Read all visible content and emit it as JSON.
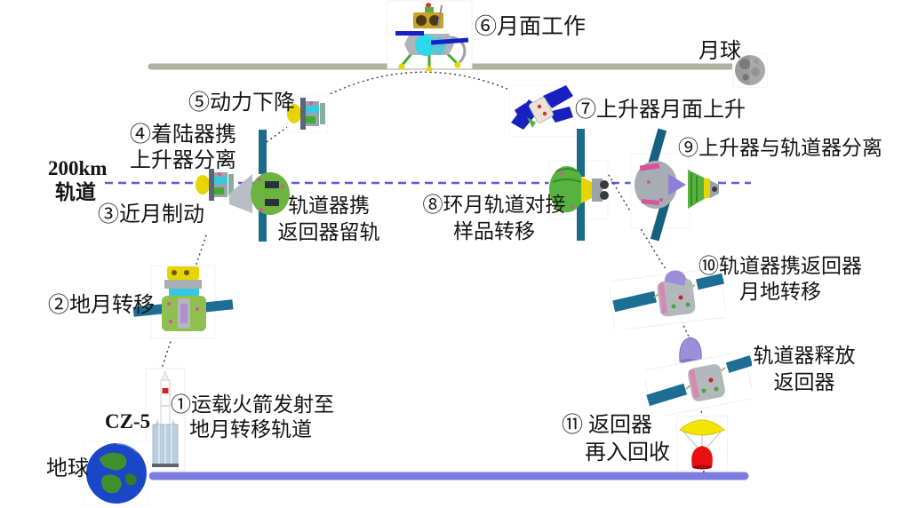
{
  "scene": {
    "moon_label": "月球",
    "earth_label": "地球",
    "orbit_label_line1": "200km",
    "orbit_label_line2": "轨道",
    "rocket_label": "CZ-5"
  },
  "steps": {
    "s1_line1": "①运载火箭发射至",
    "s1_line2": "地月转移轨道",
    "s2": "②地月转移",
    "s3": "③近月制动",
    "s4_line1": "④着陆器携",
    "s4_line2": "上升器分离",
    "s5": "⑤动力下降",
    "s6": "⑥月面工作",
    "s7": "⑦上升器月面上升",
    "s8_line1": "⑧环月轨道对接",
    "s8_line2": "样品转移",
    "s9": "⑨上升器与轨道器分离",
    "s10_line1": "⑩轨道器携返回器",
    "s10_line2": "月地转移",
    "s11_line1": "⑪ 返回器",
    "s11_line2": "再入回收",
    "orbiter_retain_line1": "轨道器携",
    "orbiter_retain_line2": "返回器留轨",
    "release_line1": "轨道器释放",
    "release_line2": "返回器"
  },
  "colors": {
    "lunar_surface_line": "#aeb2a0",
    "orbit_dash_line": "#5c5cd8",
    "earth_ground_line": "#7d7de0",
    "trajectory_dots": "#3a3a3a"
  }
}
